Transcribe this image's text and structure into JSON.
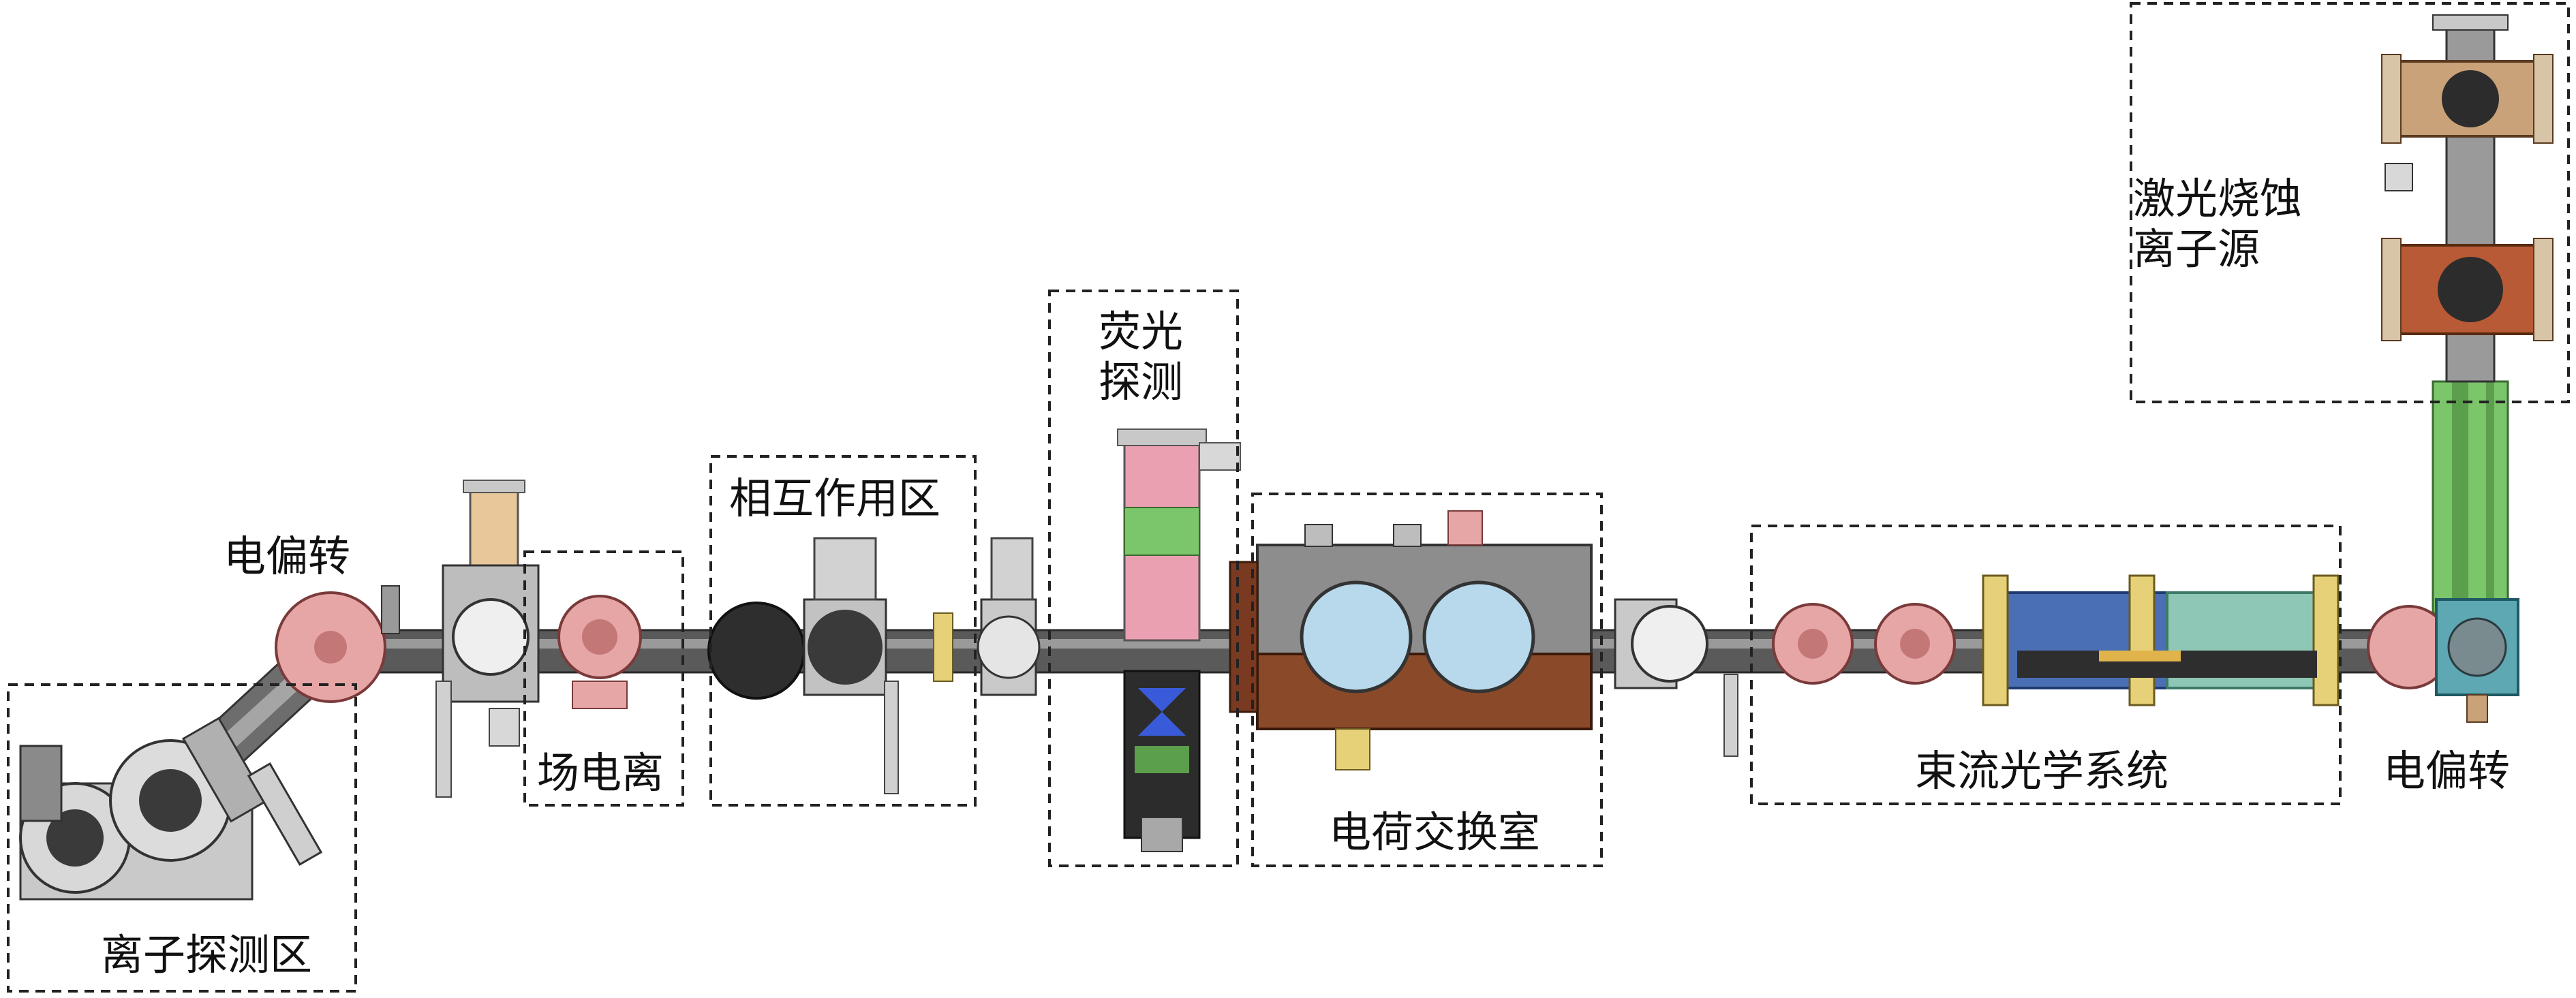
{
  "figure": {
    "labels": {
      "ion_detection": "离子探测区",
      "electric_deflection_left": "电偏转",
      "field_ionization": "场电离",
      "interaction_region": "相互作用区",
      "fluorescence_detection": [
        "荧光",
        "探测"
      ],
      "charge_exchange_chamber": "电荷交换室",
      "beam_optics_system": "束流光学系统",
      "electric_deflection_right": "电偏转",
      "laser_ablation_ion_source": [
        "激光烧蚀",
        "离子源"
      ]
    }
  },
  "colors": {
    "dashed_box": "#222222",
    "beam_pipe": "#5a5a5a",
    "pipe_highlight": "#9a9a9a",
    "flange": "#c8c8c8",
    "deflector_pink": "#e7a6a6",
    "window_blue": "#b8d9ec",
    "collar_yellow": "#e6d178",
    "tube_green": "#7bc56a",
    "tube_pink": "#eaa0b0",
    "chamber_gray": "#8d8d8d",
    "chamber_brown": "#8a4a2a",
    "optics_blue": "#4a6fb5",
    "optics_teal": "#8fc7b6",
    "source_copper": "#b95a36",
    "source_tan": "#c9a27a"
  }
}
